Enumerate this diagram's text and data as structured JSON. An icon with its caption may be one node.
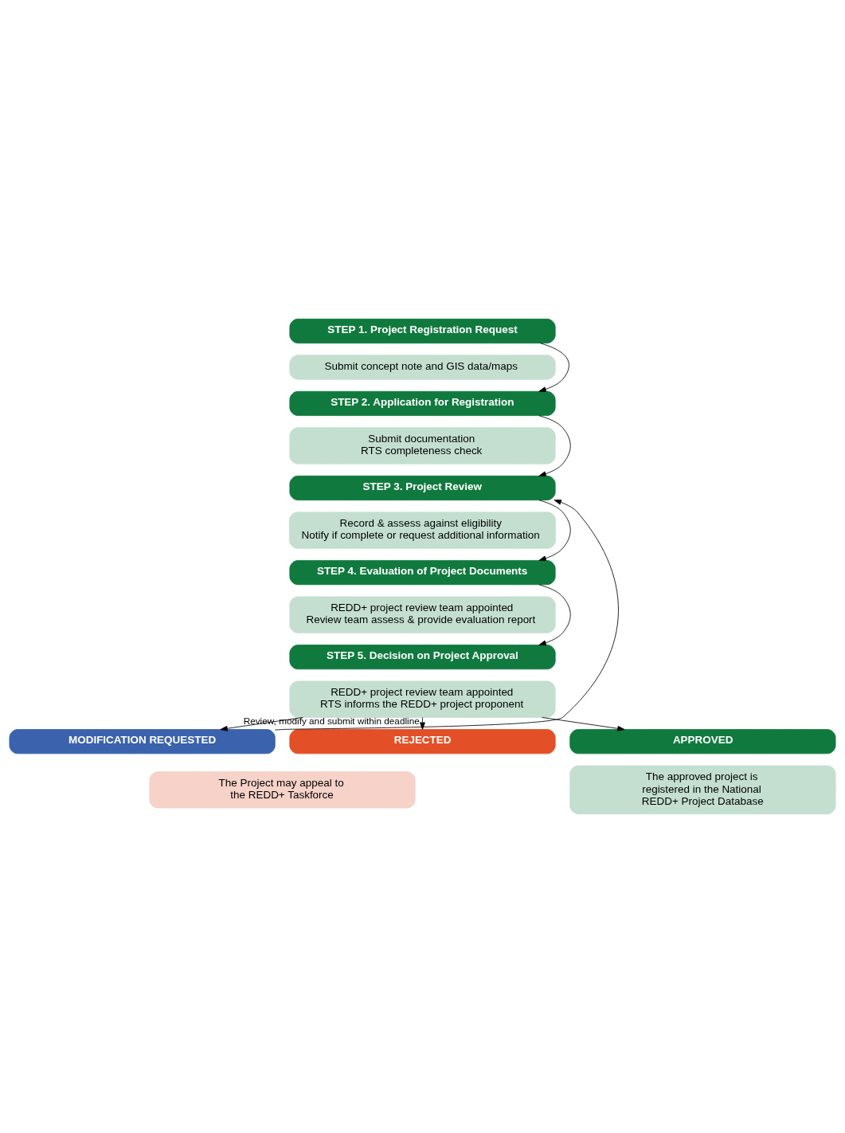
{
  "diagram": {
    "nodes": [
      {
        "text": [
          "STEP 1. Project Registration Request"
        ]
      },
      {
        "text": [
          "Submit concept note and GIS data/maps"
        ]
      },
      {
        "text": [
          "STEP 2. Application for Registration"
        ]
      },
      {
        "text": [
          "Submit documentation",
          "RTS completeness check"
        ]
      },
      {
        "text": [
          "STEP 3. Project Review"
        ]
      },
      {
        "text": [
          "Record & assess against eligibility",
          "Notify if complete or request additional information"
        ]
      },
      {
        "text": [
          "STEP 4. Evaluation of Project Documents"
        ]
      },
      {
        "text": [
          "REDD+ project review team appointed",
          "Review team assess & provide evaluation report"
        ]
      },
      {
        "text": [
          "STEP 5. Decision on Project Approval"
        ]
      },
      {
        "text": [
          "REDD+ project review team appointed",
          "RTS informs the REDD+ project proponent"
        ]
      },
      {
        "text": [
          "MODIFICATION REQUESTED"
        ]
      },
      {
        "text": [
          "REJECTED"
        ]
      },
      {
        "text": [
          "APPROVED"
        ]
      },
      {
        "text": [
          "The Project may appeal to the REDD+ Taskforce"
        ]
      },
      {
        "text": [
          "The approved project is registered in the National REDD+ Project Database"
        ]
      }
    ],
    "edges": [
      {
        "from": 0,
        "to": 2,
        "arrow": "to"
      },
      {
        "from": 2,
        "to": 4,
        "arrow": "to"
      },
      {
        "from": 4,
        "to": 6,
        "arrow": "to"
      },
      {
        "from": 6,
        "to": 8,
        "arrow": "to"
      },
      {
        "from": 9,
        "to": 10,
        "arrow": "to"
      },
      {
        "from": 9,
        "to": 11,
        "arrow": "to"
      },
      {
        "from": 9,
        "to": 12,
        "arrow": "to"
      },
      {
        "from": 10,
        "to": 4,
        "arrow": "to",
        "label": "Review, modify and submit within deadline"
      }
    ]
  }
}
